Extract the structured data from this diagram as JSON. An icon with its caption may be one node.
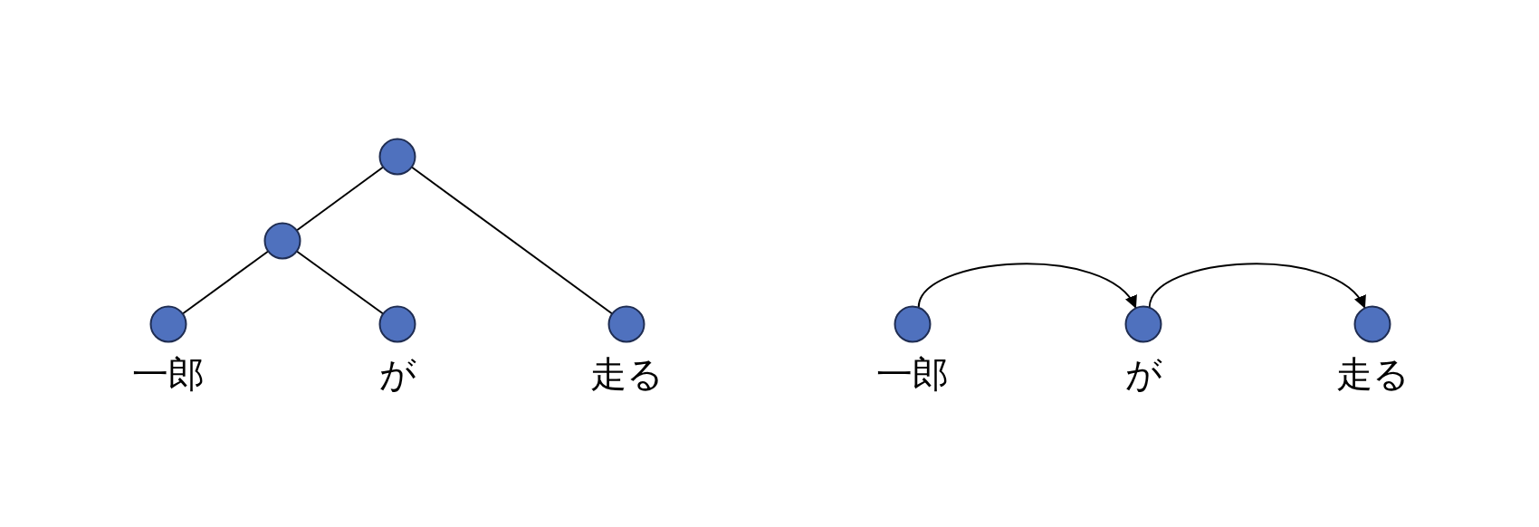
{
  "diagram": {
    "nodes": [
      {
        "text": [],
        "shape": "circle"
      },
      {
        "text": [],
        "shape": "circle"
      },
      {
        "text": [],
        "shape": "circle",
        "beside": [
          "一郎"
        ]
      },
      {
        "text": [],
        "shape": "circle",
        "beside": [
          "が"
        ]
      },
      {
        "text": [],
        "shape": "circle",
        "beside": [
          "走る"
        ]
      },
      {
        "text": [],
        "shape": "circle",
        "beside": [
          "一郎"
        ]
      },
      {
        "text": [],
        "shape": "circle",
        "beside": [
          "が"
        ]
      },
      {
        "text": [],
        "shape": "circle",
        "beside": [
          "走る"
        ]
      }
    ],
    "edges": [
      {
        "from": 0,
        "to": 1,
        "arrow": "none"
      },
      {
        "from": 1,
        "to": 2,
        "arrow": "none"
      },
      {
        "from": 1,
        "to": 3,
        "arrow": "none"
      },
      {
        "from": 0,
        "to": 4,
        "arrow": "none"
      },
      {
        "from": 5,
        "to": 6,
        "arrow": "to"
      },
      {
        "from": 6,
        "to": 7,
        "arrow": "to"
      }
    ]
  }
}
